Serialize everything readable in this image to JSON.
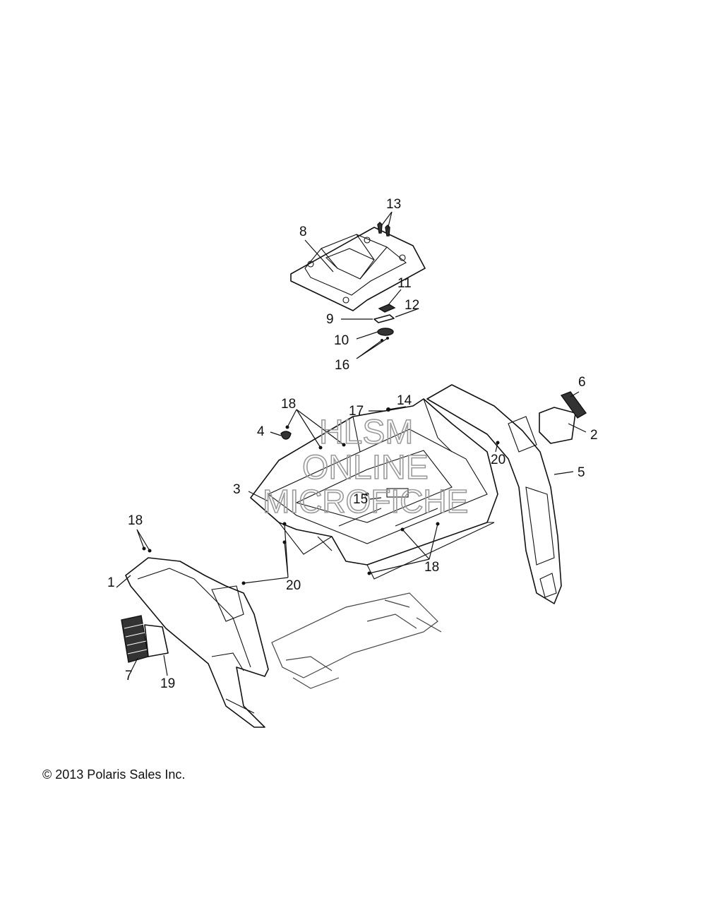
{
  "watermark": {
    "line1": "HLSM",
    "line2": "ONLINE",
    "line3": "MICROFICHE"
  },
  "copyright": "© 2013 Polaris Sales Inc.",
  "callouts": {
    "c1": "1",
    "c2": "2",
    "c3": "3",
    "c4": "4",
    "c5": "5",
    "c6": "6",
    "c7": "7",
    "c8": "8",
    "c9": "9",
    "c10": "10",
    "c11": "11",
    "c12": "12",
    "c13": "13",
    "c14": "14",
    "c15": "15",
    "c16": "16",
    "c17": "17",
    "c18a": "18",
    "c18b": "18",
    "c18c": "18",
    "c19": "19",
    "c20a": "20",
    "c20b": "20"
  }
}
